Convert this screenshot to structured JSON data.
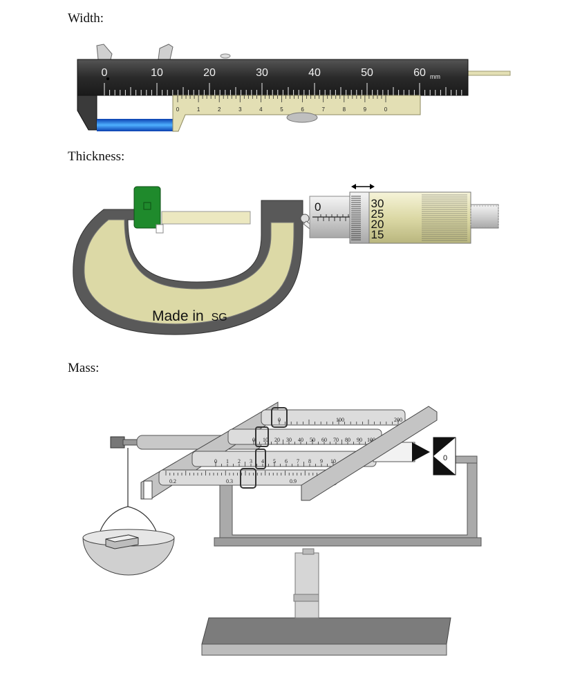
{
  "labels": {
    "width": "Width:",
    "thickness": "Thickness:",
    "mass": "Mass:"
  },
  "caliper": {
    "main_numbers": [
      "0",
      "10",
      "20",
      "30",
      "40",
      "50",
      "60"
    ],
    "unit": "mm",
    "vernier_numbers": [
      "0",
      "1",
      "2",
      "3",
      "4",
      "5",
      "6",
      "7",
      "8",
      "9",
      "0"
    ]
  },
  "micrometer": {
    "sleeve_zero": "0",
    "thimble_numbers": [
      "30",
      "25",
      "20",
      "15"
    ],
    "frame_text": "Made in",
    "frame_text_small": "SG"
  },
  "balance": {
    "beam1_numbers": [
      "0",
      "100",
      "200"
    ],
    "beam2_numbers": [
      "0",
      "10",
      "20",
      "30",
      "40",
      "50",
      "60",
      "70",
      "80",
      "90",
      "100"
    ],
    "beam3_numbers": [
      "0",
      "1",
      "2",
      "3",
      "4",
      "5",
      "6",
      "7",
      "8",
      "9",
      "10"
    ],
    "beam4_numbers": [
      "0.2",
      "0.3",
      "0.9"
    ],
    "pointer_zero": "0"
  },
  "colors": {
    "caliper_body": "#2e2e2e",
    "vernier": "#e3dfb4",
    "blue_object": "#1e74e8",
    "micrometer_frame": "#dcd9a6",
    "green_anvil": "#1f8a2c",
    "balance_grey": "#c8c8c8"
  }
}
